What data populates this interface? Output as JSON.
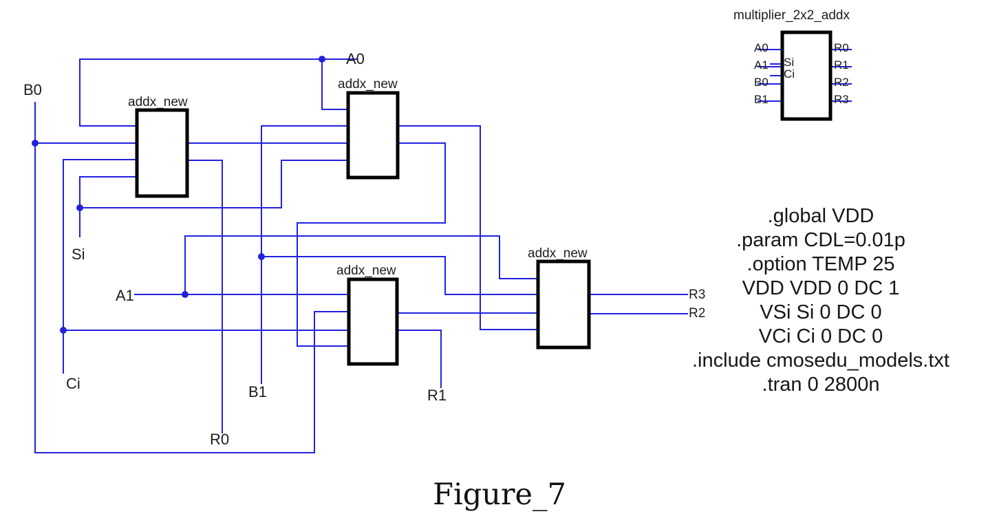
{
  "figure": {
    "caption": "Figure_7"
  },
  "schematic": {
    "instance_label": "addx_new",
    "net_labels": {
      "b0": "B0",
      "a0": "A0",
      "si": "Si",
      "ci": "Ci",
      "a1": "A1",
      "b1": "B1",
      "r0": "R0",
      "r1": "R1",
      "r2": "R2",
      "r3": "R3"
    }
  },
  "symbol": {
    "title": "multiplier_2x2_addx",
    "pins": {
      "left": [
        "A0",
        "A1",
        "B0",
        "B1"
      ],
      "inner": [
        "Si",
        "Ci"
      ],
      "right": [
        "R0",
        "R1",
        "R2",
        "R3"
      ]
    }
  },
  "spice": {
    "lines": [
      ".global VDD",
      ".param CDL=0.01p",
      ".option TEMP 25",
      "VDD VDD 0 DC 1",
      "VSi Si 0 DC 0",
      "VCi Ci 0 DC 0",
      ".include cmosedu_models.txt",
      ".tran 0 2800n"
    ]
  },
  "colors": {
    "wire": "#2121de",
    "component": "#000000",
    "text": "#1c1c1c"
  }
}
